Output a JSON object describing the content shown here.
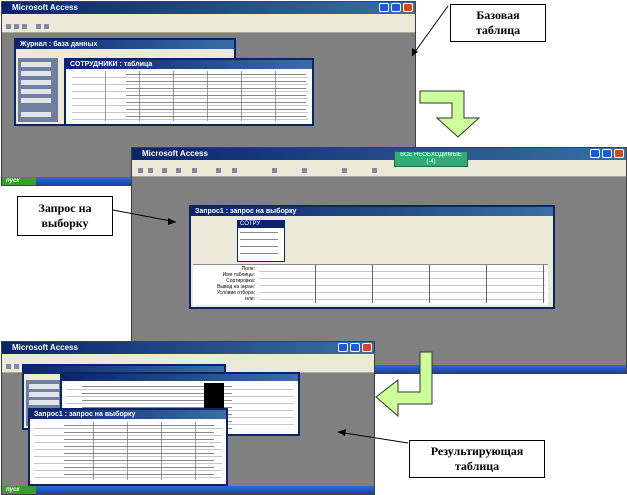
{
  "callouts": {
    "base_table": {
      "line1": "Базовая",
      "line2": "таблица"
    },
    "select_query": {
      "line1": "Запрос на",
      "line2": "выборку"
    },
    "result_table": {
      "line1": "Результирующая",
      "line2": "таблица"
    }
  },
  "screenshot1": {
    "app_title": "Microsoft Access",
    "db_window_title": "Журнал : база данных",
    "table_window_title": "СОТРУДНИКИ : таблица",
    "start_label": "пуск"
  },
  "screenshot2": {
    "app_title": "Microsoft Access",
    "tooltip": "ВСЕ НЕОБХОДИМЫЕ (-4)",
    "query_window_title": "Запрос1 : запрос на выборку",
    "table_box_title": "СОТРУ",
    "row_labels": [
      "Поле:",
      "Имя таблицы:",
      "Сортировка:",
      "Вывод на экран:",
      "Условие отбора:",
      "или:"
    ]
  },
  "screenshot3": {
    "app_title": "Microsoft Access",
    "result_window_title": "Запрос1 : запрос на выборку",
    "start_label": "пуск"
  },
  "colors": {
    "titlebar": "#0a246a",
    "arrow_fill": "#ccff99",
    "desktop": "#808080",
    "tooltip_bg": "#33aa77"
  }
}
